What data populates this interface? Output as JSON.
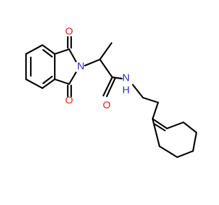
{
  "molecule": {
    "atom_labels": {
      "imide_n": "N",
      "amide_n": "N",
      "amide_h": "H",
      "o_top": "O",
      "o_bottom": "O",
      "o_amide": "O"
    }
  },
  "colors": {
    "bond": "#000000",
    "nitrogen": "#2a2ad8",
    "oxygen": "#ff1a1a",
    "background": "#ffffff"
  }
}
